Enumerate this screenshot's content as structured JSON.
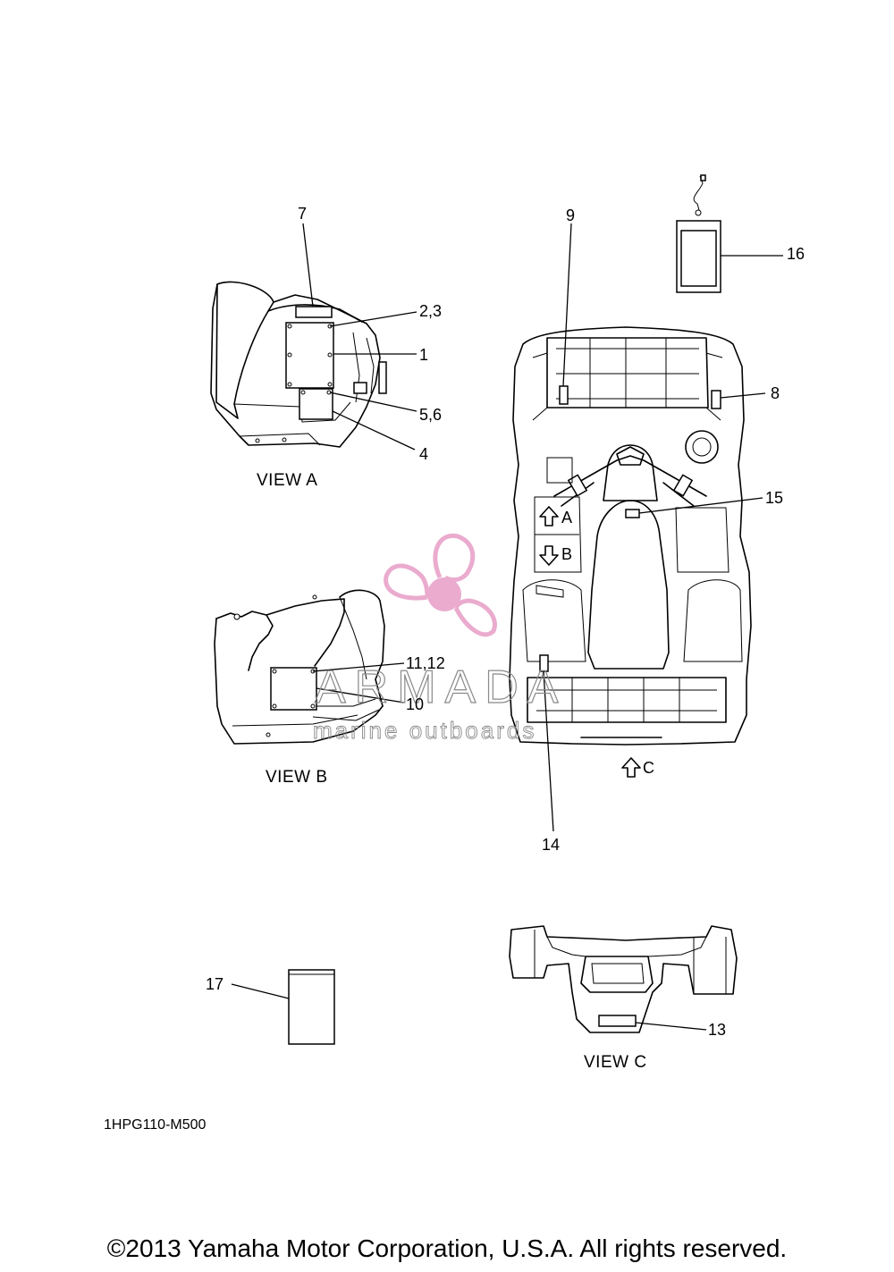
{
  "callouts": {
    "c1": "1",
    "c2_3": "2,3",
    "c4": "4",
    "c5_6": "5,6",
    "c7": "7",
    "c8": "8",
    "c9": "9",
    "c10": "10",
    "c11_12": "11,12",
    "c13": "13",
    "c14": "14",
    "c15": "15",
    "c16": "16",
    "c17": "17"
  },
  "views": {
    "a": "VIEW A",
    "b": "VIEW B",
    "c": "VIEW C"
  },
  "arrows": {
    "a": "A",
    "b": "B",
    "c": "C"
  },
  "diagram_code": "1HPG110-M500",
  "copyright": "©2013 Yamaha Motor Corporation, U.S.A. All rights reserved.",
  "watermark": {
    "brand": "ARMADA",
    "tagline": "marine outboards",
    "logo_icon": "propeller-logo-icon",
    "colors": {
      "logo": "#e8a2c9",
      "text": "#8a8a8a"
    }
  }
}
